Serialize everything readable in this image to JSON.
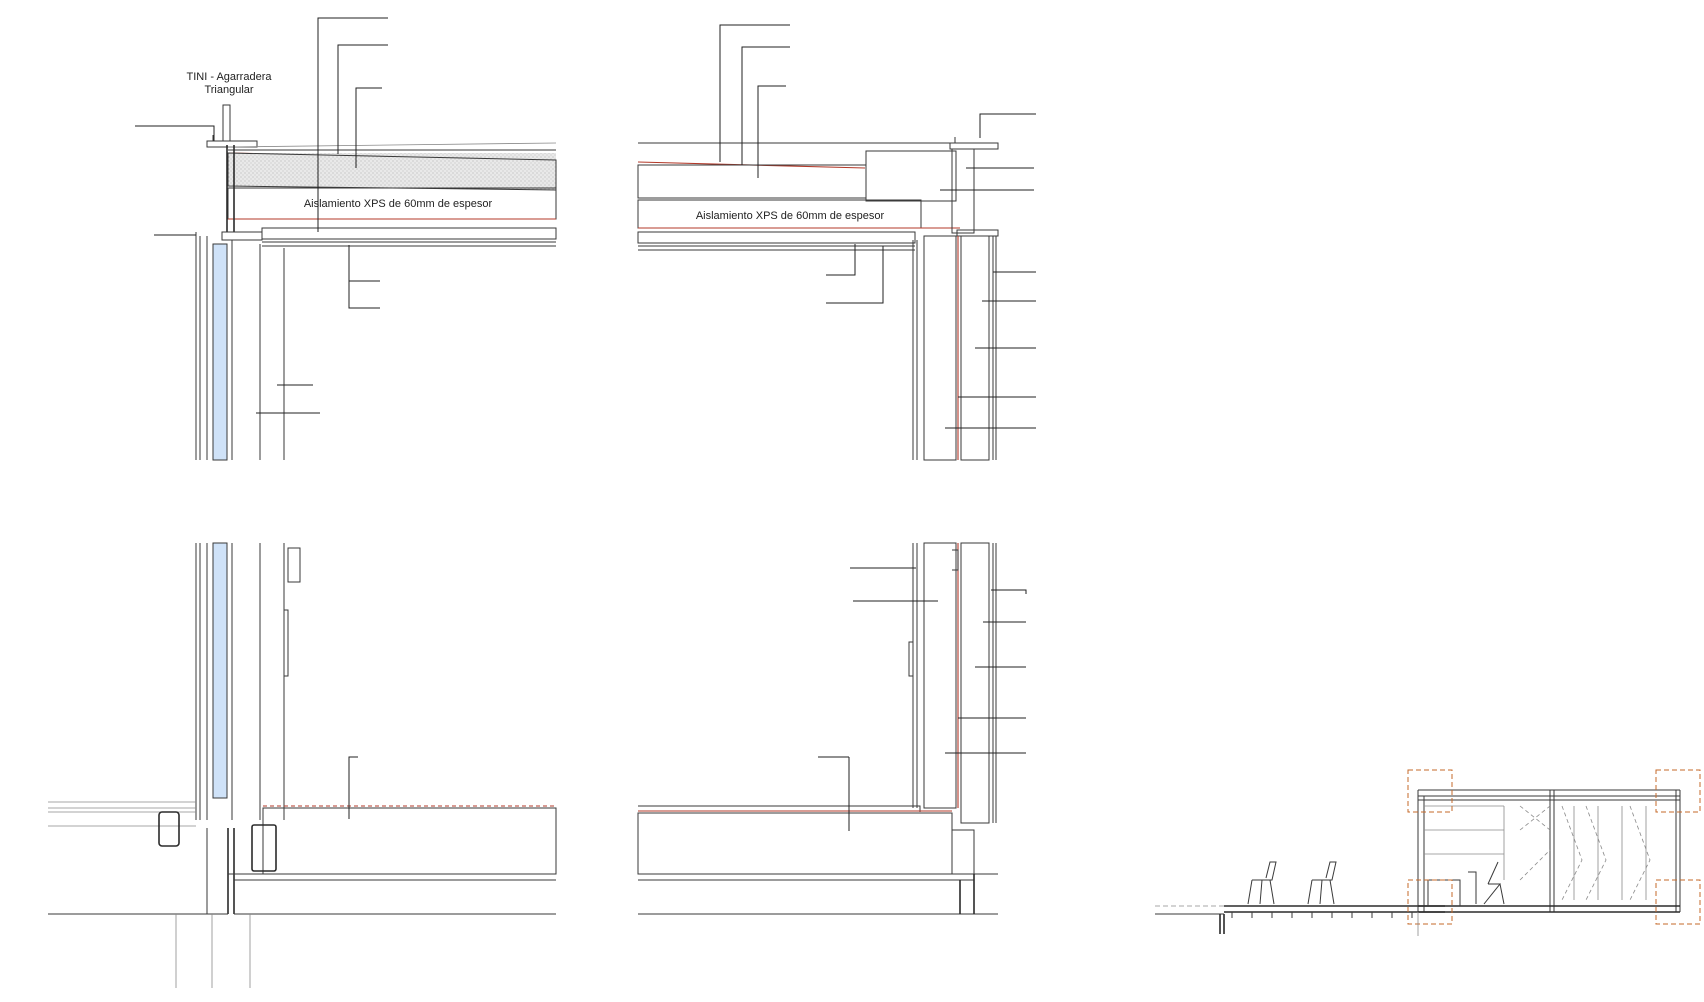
{
  "labels": {
    "handle_line1": "TINI - Agarradera",
    "handle_line2": "Triangular",
    "insulation_left": "Aislamiento XPS de 60mm de espesor",
    "insulation_right": "Aislamiento XPS de 60mm de espesor"
  }
}
